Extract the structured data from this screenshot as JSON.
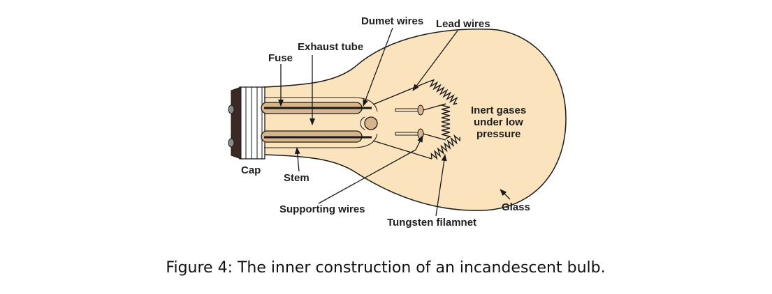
{
  "figure": {
    "caption": "Figure 4: The inner construction of an incandescent bulb."
  },
  "labels": {
    "dumet_wires": "Dumet wires",
    "lead_wires": "Lead wires",
    "exhaust_tube": "Exhaust tube",
    "fuse": "Fuse",
    "inert_gases_line1": "Inert gases",
    "inert_gases_line2": "under low",
    "inert_gases_line3": "pressure",
    "cap": "Cap",
    "stem": "Stem",
    "supporting_wires": "Supporting wires",
    "glass": "Glass",
    "tungsten_filament": "Tungsten filamnet"
  },
  "colors": {
    "glass_fill": "#fbe3bd",
    "outline": "#1a1a1a",
    "cap_dark": "#3b2a24",
    "label_text": "#1e1e1e"
  }
}
